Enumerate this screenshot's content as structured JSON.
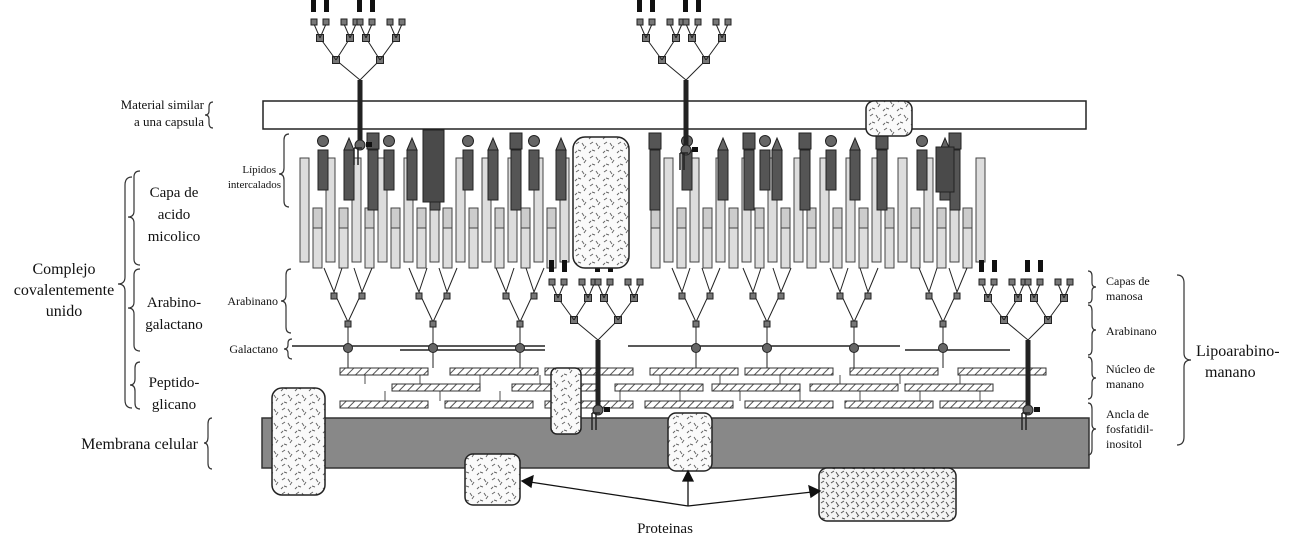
{
  "labels": {
    "capsule_1": "Material similar",
    "capsule_2": "a una capsula",
    "lipids_1": "Lípidos",
    "lipids_2": "intercalados",
    "mycolic_1": "Capa de",
    "mycolic_2": "acido",
    "mycolic_3": "micolico",
    "complex_1": "Complejo",
    "complex_2": "covalentemente",
    "complex_3": "unido",
    "arabinogal_1": "Arabino-",
    "arabinogal_2": "galactano",
    "arabinan_left": "Arabinano",
    "galactan": "Galactano",
    "peptido_1": "Peptido-",
    "peptido_2": "glicano",
    "membrane": "Membrana celular",
    "proteins": "Proteinas",
    "mannose_1": "Capas de",
    "mannose_2": "manosa",
    "arabinan_right": "Arabinano",
    "mannan_1": "Núcleo de",
    "mannan_2": "manano",
    "anchor_1": "Ancla de",
    "anchor_2": "fosfatidil-",
    "anchor_3": "inositol",
    "lam_1": "Lipoarabino-",
    "lam_2": "manano"
  }
}
